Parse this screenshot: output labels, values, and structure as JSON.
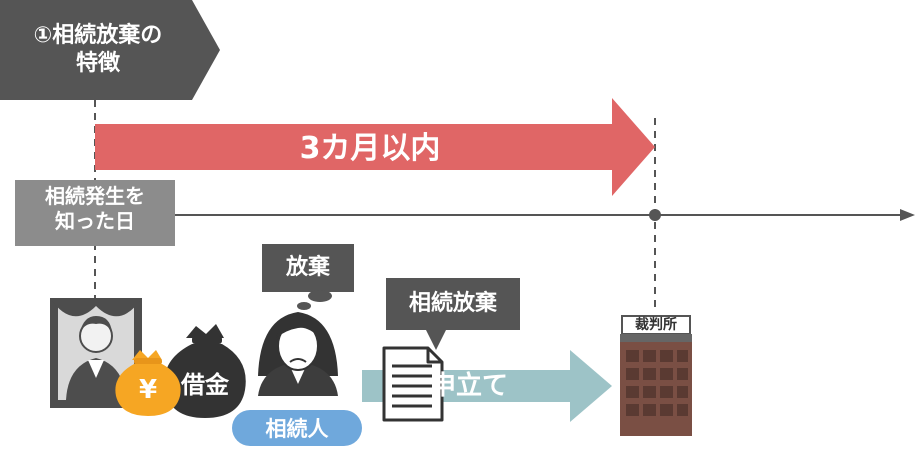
{
  "header": {
    "line1": "①相続放棄の",
    "line2": "特徴"
  },
  "period_label": "3カ月以内",
  "start_label": {
    "line1": "相続発生を",
    "line2": "知った日"
  },
  "thought_bubble": "放棄",
  "document_label": "相続放棄",
  "debt_label": "借金",
  "yen_symbol": "¥",
  "heir_label": "相続人",
  "action_label": "申立て",
  "court_label": "裁判所",
  "icons": [
    "portrait-icon",
    "yen-bag-icon",
    "debt-bag-icon",
    "woman-icon",
    "document-icon",
    "court-building-icon"
  ],
  "colors": {
    "dark_gray": "#555555",
    "mid_gray": "#8c8c8c",
    "red_arrow": "#e06666",
    "teal_arrow": "#9dc3c7",
    "blue_badge": "#6fa8dc",
    "yen_gold": "#f6a623",
    "building_brown": "#7a4f44"
  }
}
